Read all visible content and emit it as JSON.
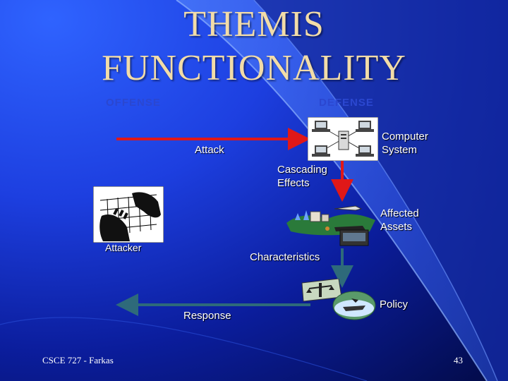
{
  "title_line1": "THEMIS",
  "title_line2": "FUNCTIONALITY",
  "offense_label": "OFFENSE",
  "defense_label": "DEFENSE",
  "labels": {
    "attack": "Attack",
    "computer_system": "Computer\nSystem",
    "cascading_effects": "Cascading\nEffects",
    "affected_assets": "Affected\nAssets",
    "attacker": "Attacker",
    "characteristics": "Characteristics",
    "policy": "Policy",
    "response": "Response"
  },
  "footer_left": "CSCE 727 - Farkas",
  "page_number": "43",
  "colors": {
    "title": "#f2dca8",
    "attack_arrow": "#e01818",
    "flow_arrow": "#2e6a7a",
    "text": "#ffffff"
  }
}
